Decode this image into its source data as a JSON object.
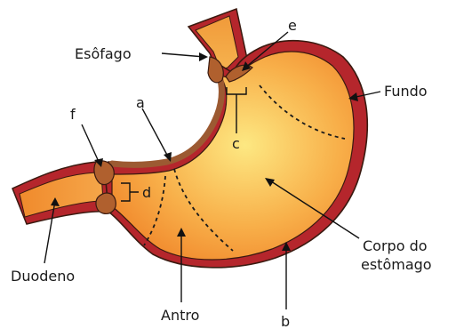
{
  "labels": {
    "esofago": "Esôfago",
    "e": "e",
    "a": "a",
    "f": "f",
    "fundo": "Fundo",
    "c": "c",
    "d": "d",
    "corpo_line1": "Corpo do",
    "corpo_line2": "estômago",
    "duodeno": "Duodeno",
    "antro": "Antro",
    "b": "b"
  },
  "colors": {
    "wall_outer": "#b5262c",
    "wall_inner": "#c0392b",
    "mucosa": "#f5a04a",
    "lumen_center": "#fbe27a",
    "lumen_edge": "#f0892e",
    "sphincter": "#c4663a",
    "outline": "#3a1a10"
  }
}
